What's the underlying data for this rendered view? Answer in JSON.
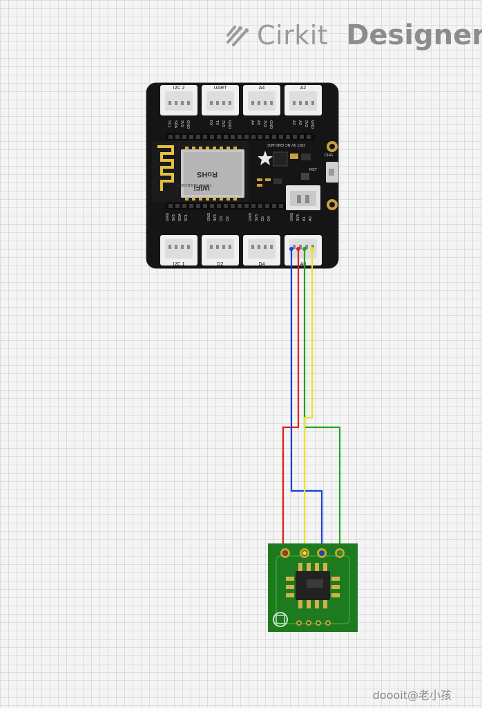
{
  "branding": {
    "app_name": "Cirkit",
    "app_product": "Designer",
    "logo_icon": "cirkit-logo-icon"
  },
  "board": {
    "top_ports": [
      "I2C 2",
      "UART",
      "A4",
      "A2"
    ],
    "bottom_ports": [
      "I2C 1",
      "D2",
      "D4",
      "A0"
    ],
    "top_pin_labels": [
      [
        "SCL",
        "SDA",
        "3V3",
        "GND"
      ],
      [
        "RX",
        "TX",
        "3V3",
        "GND"
      ],
      [
        "A4",
        "A5",
        "3V3",
        "GND"
      ],
      [
        "A2",
        "A3",
        "3V3",
        "GND"
      ]
    ],
    "bottom_pin_labels": [
      [
        "GND",
        "3V3",
        "SDA",
        "SCL"
      ],
      [
        "GND",
        "3V3",
        "D3",
        "D2"
      ],
      [
        "GND",
        "3V3",
        "D5",
        "D4"
      ],
      [
        "GND",
        "3V3",
        "A1",
        "A0"
      ]
    ],
    "header_text": "RST 3V NC GND ADC",
    "chip_brand": "WiFi",
    "rohs_text": "RoHS",
    "fcc_text": "FCC ID: 2AJLB-ESP-F",
    "rst_label": "RST",
    "chg_label": "CHG"
  },
  "wires": [
    {
      "name": "red",
      "color": "#e02020"
    },
    {
      "name": "blue",
      "color": "#1a3ee0"
    },
    {
      "name": "green",
      "color": "#1fa51f"
    },
    {
      "name": "yellow",
      "color": "#f0e020"
    }
  ],
  "sensor": {
    "pcb_color": "#1e7a1e",
    "chip_color": "#222222"
  },
  "watermark": "doooit@老小孩"
}
